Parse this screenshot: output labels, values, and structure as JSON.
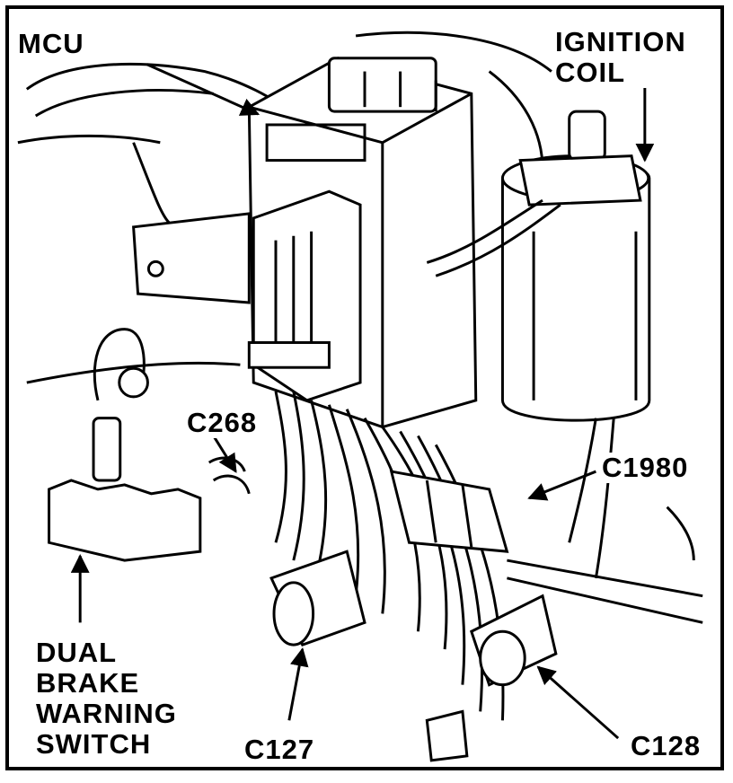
{
  "labels": {
    "mcu": "MCU",
    "ignition_coil": [
      "IGNITION",
      "COIL"
    ],
    "c268": "C268",
    "c1980": "C1980",
    "dual_brake": [
      "DUAL",
      "BRAKE",
      "WARNING",
      "SWITCH"
    ],
    "c127": "C127",
    "c128": "C128"
  }
}
